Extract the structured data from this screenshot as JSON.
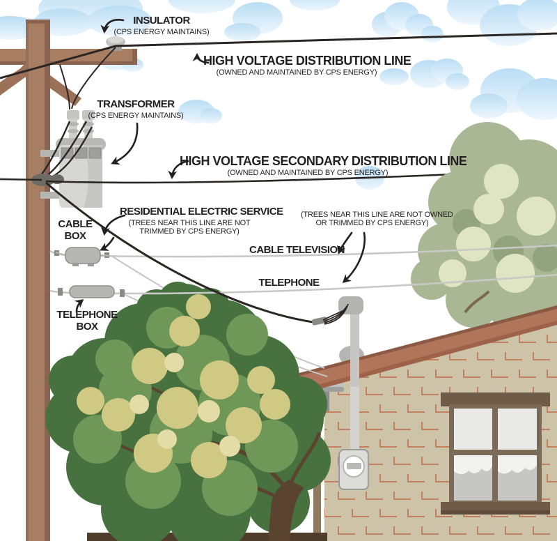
{
  "labels": {
    "insulator": {
      "title": "INSULATOR",
      "sub": "(CPS ENERGY MAINTAINS)"
    },
    "high_voltage_line": {
      "title": "HIGH VOLTAGE DISTRIBUTION LINE",
      "sub": "(OWNED AND MAINTAINED BY CPS ENERGY)"
    },
    "transformer": {
      "title": "TRANSFORMER",
      "sub": "(CPS ENERGY MAINTAINS)"
    },
    "secondary_line": {
      "title": "HIGH VOLTAGE SECONDARY DISTRIBUTION LINE",
      "sub": "(OWNED AND MAINTAINED BY CPS ENERGY)"
    },
    "residential_service": {
      "title": "RESIDENTIAL ELECTRIC SERVICE",
      "sub_line1": "(TREES NEAR THIS LINE ARE NOT",
      "sub_line2": "TRIMMED BY CPS ENERGY)"
    },
    "trees_note": {
      "line1": "(TREES NEAR THIS LINE ARE NOT OWNED",
      "line2": "OR TRIMMED BY CPS ENERGY)"
    },
    "cable_box": {
      "line1": "CABLE",
      "line2": "BOX"
    },
    "telephone_box": {
      "line1": "TELEPHONE",
      "line2": "BOX"
    },
    "cable_television": {
      "title": "CABLE TELEVISION"
    },
    "telephone": {
      "title": "TELEPHONE"
    }
  },
  "colors": {
    "ink": "#231f20",
    "pole_brown": "#a87e63",
    "pole_shadow": "#8a6450",
    "wire_black": "#2b2623",
    "utility_gray": "#c6c6c4",
    "roof_terracotta": "#b1755b",
    "wall_tan": "#cdc3a8",
    "brick_mark": "#c4815f",
    "cloud_blue": "#bfdff4",
    "tree_dark_green": "#47713f",
    "tree_mid_green": "#6f9757",
    "tree_light_green": "#cfc983",
    "background_tree_sage": "#a9b795"
  }
}
